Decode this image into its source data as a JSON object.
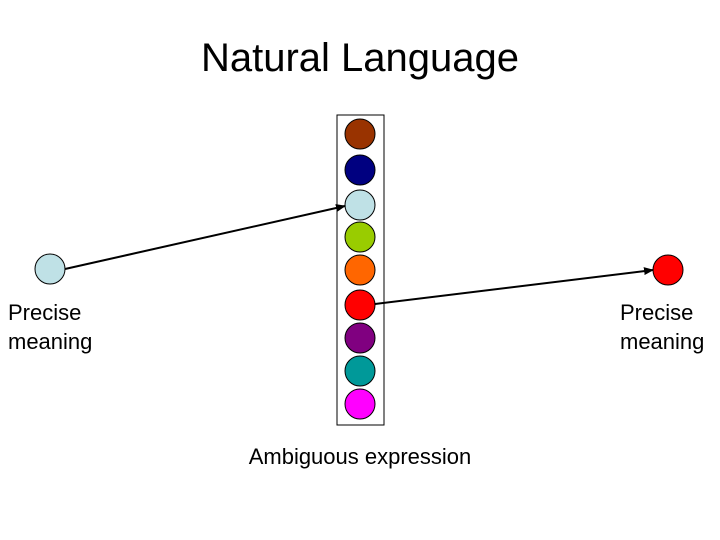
{
  "slide": {
    "title": "Natural Language"
  },
  "diagram": {
    "left_node": {
      "label_line1": "Precise",
      "label_line2": "meaning",
      "color": "#bfe1e6"
    },
    "right_node": {
      "label_line1": "Precise",
      "label_line2": "meaning",
      "color": "#ff0000"
    },
    "stack": {
      "caption": "Ambiguous expression",
      "circle_colors": [
        "#993300",
        "#000080",
        "#bfe1e6",
        "#99cc00",
        "#ff6600",
        "#ff0000",
        "#800080",
        "#009999",
        "#ff00ff"
      ]
    },
    "arrow_color": "#000000"
  }
}
